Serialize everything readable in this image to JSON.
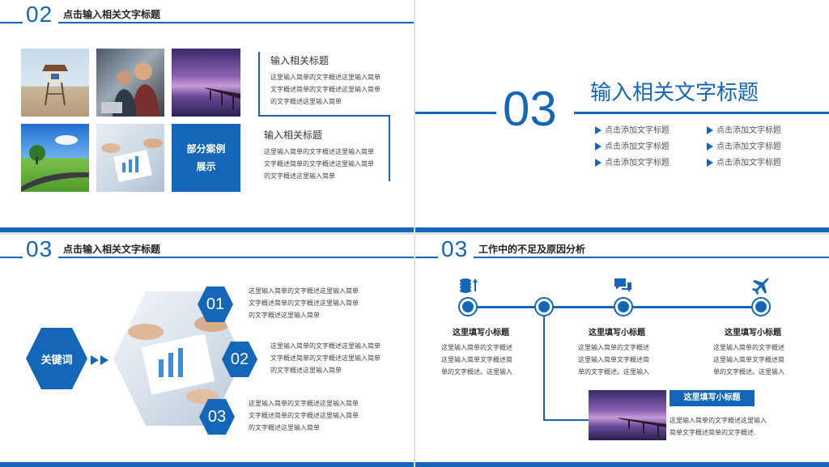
{
  "slide1": {
    "num": "02",
    "title": "点击输入相关文字标题",
    "case_label_1": "部分案例",
    "case_label_2": "展示",
    "block1": {
      "title": "输入相关标题",
      "lines": [
        "这里输入简单的文字概述这里输入简单",
        "文字概述简单的文字概述这里输入简单",
        "的文字概述这里输入简单"
      ]
    },
    "block2": {
      "title": "输入相关标题",
      "lines": [
        "这里输入简单的文字概述这里输入简单",
        "文字概述简单的文字概述这里输入简单",
        "的文字概述这里输入简单"
      ]
    }
  },
  "slide2": {
    "num": "03",
    "title": "输入相关文字标题",
    "items": [
      "点击添加文字标题",
      "点击添加文字标题",
      "点击添加文字标题",
      "点击添加文字标题",
      "点击添加文字标题",
      "点击添加文字标题"
    ]
  },
  "slide3": {
    "num": "03",
    "title": "点击输入相关文字标题",
    "keyword": "关键词",
    "hex_nums": [
      "01",
      "02",
      "03"
    ],
    "texts": [
      [
        "这里输入简单的文字概述这里输入简单",
        "文字概述简单的文字概述这里输入简单",
        "的文字概述这里输入简单"
      ],
      [
        "这里输入简单的文字概述这里输入简单",
        "文字概述简单的文字概述这里输入简单",
        "的文字概述这里输入简单"
      ],
      [
        "这里输入简单的文字概述这里输入简单",
        "文字概述简单的文字概述这里输入简单",
        "的文字概述这里输入简单"
      ]
    ]
  },
  "slide4": {
    "num": "03",
    "title": "工作中的不足及原因分析",
    "icons": [
      "coins-icon",
      "chat-icon",
      "plane-icon"
    ],
    "cols": [
      {
        "title": "这里填写小标题",
        "lines": [
          "这里输入简单的文字概述",
          "这里输入简单文字概述简",
          "单的文字概述。这里输入"
        ]
      },
      {
        "title": "这里填写小标题",
        "lines": [
          "这里输入简单的文字概述",
          "这里输入简单文字概述简",
          "单的文字概述。这里输入"
        ]
      },
      {
        "title": "这里填写小标题",
        "lines": [
          "这里输入简单的文字概述",
          "这里输入简单文字概述简",
          "单的文字概述。这里输入"
        ]
      }
    ],
    "bottom": {
      "title": "这里填写小标题",
      "lines": [
        "这里输入简单的文字概述这里输入",
        "简单文字概述简单的文字概述."
      ]
    }
  },
  "colors": {
    "accent": "#1466b8"
  }
}
